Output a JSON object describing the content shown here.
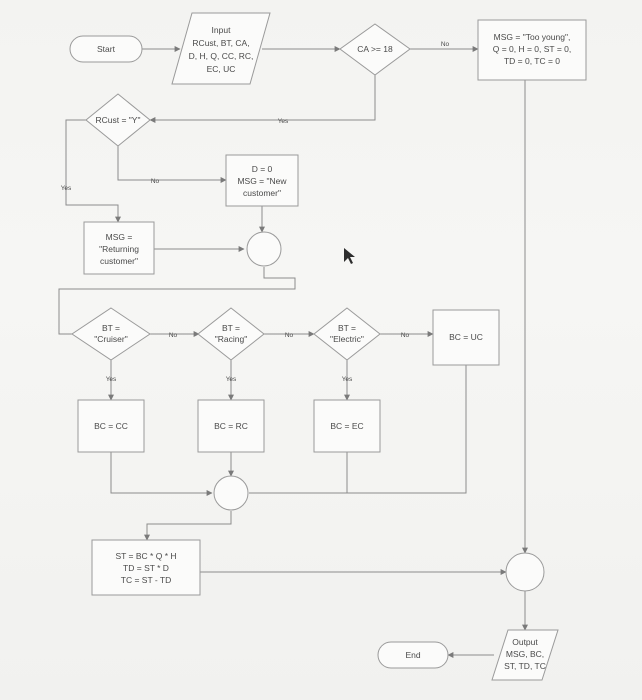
{
  "nodes": {
    "start": "Start",
    "input": [
      "Input",
      "RCust, BT, CA,",
      "D, H, Q, CC, RC,",
      "EC, UC"
    ],
    "ca_check": "CA >= 18",
    "too_young": [
      "MSG = \"Too young\",",
      "Q = 0, H = 0, ST = 0,",
      "TD = 0, TC = 0"
    ],
    "rcust_check": "RCust = \"Y\"",
    "new_customer": [
      "D = 0",
      "MSG = \"New",
      "customer\""
    ],
    "returning": [
      "MSG =",
      "\"Returning",
      "customer\""
    ],
    "bt_cruiser": [
      "BT =",
      "\"Cruiser\""
    ],
    "bt_racing": [
      "BT =",
      "\"Racing\""
    ],
    "bt_electric": [
      "BT =",
      "\"Electric\""
    ],
    "bc_uc": "BC = UC",
    "bc_cc": "BC = CC",
    "bc_rc": "BC = RC",
    "bc_ec": "BC = EC",
    "calc": [
      "ST = BC * Q * H",
      "TD = ST * D",
      "TC = ST - TD"
    ],
    "output": [
      "Output",
      "MSG, BC,",
      "ST, TD, TC"
    ],
    "end": "End"
  },
  "labels": {
    "yes": "Yes",
    "no": "No"
  }
}
